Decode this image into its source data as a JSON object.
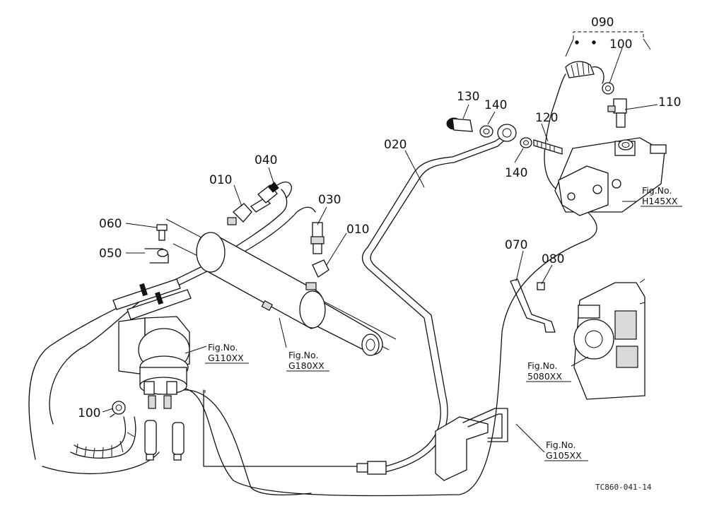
{
  "parts": [
    {
      "id": "p010a",
      "label": "010"
    },
    {
      "id": "p010b",
      "label": "010"
    },
    {
      "id": "p020",
      "label": "020"
    },
    {
      "id": "p030",
      "label": "030"
    },
    {
      "id": "p040",
      "label": "040"
    },
    {
      "id": "p050",
      "label": "050"
    },
    {
      "id": "p060",
      "label": "060"
    },
    {
      "id": "p070",
      "label": "070"
    },
    {
      "id": "p080",
      "label": "080"
    },
    {
      "id": "p090",
      "label": "090"
    },
    {
      "id": "p100a",
      "label": "100"
    },
    {
      "id": "p100b",
      "label": "100"
    },
    {
      "id": "p110",
      "label": "110"
    },
    {
      "id": "p120",
      "label": "120"
    },
    {
      "id": "p130",
      "label": "130"
    },
    {
      "id": "p140a",
      "label": "140"
    },
    {
      "id": "p140b",
      "label": "140"
    }
  ],
  "figure_refs": [
    {
      "id": "g110",
      "line1": "Fig.No.",
      "line2": "G110XX"
    },
    {
      "id": "g180",
      "line1": "Fig.No.",
      "line2": "G180XX"
    },
    {
      "id": "h145",
      "line1": "Fig.No.",
      "line2": "H145XX"
    },
    {
      "id": "s080",
      "line1": "Fig.No.",
      "line2": "5080XX"
    },
    {
      "id": "g105",
      "line1": "Fig.No.",
      "line2": "G105XX"
    }
  ],
  "drawing_id": "TC860-041-14"
}
